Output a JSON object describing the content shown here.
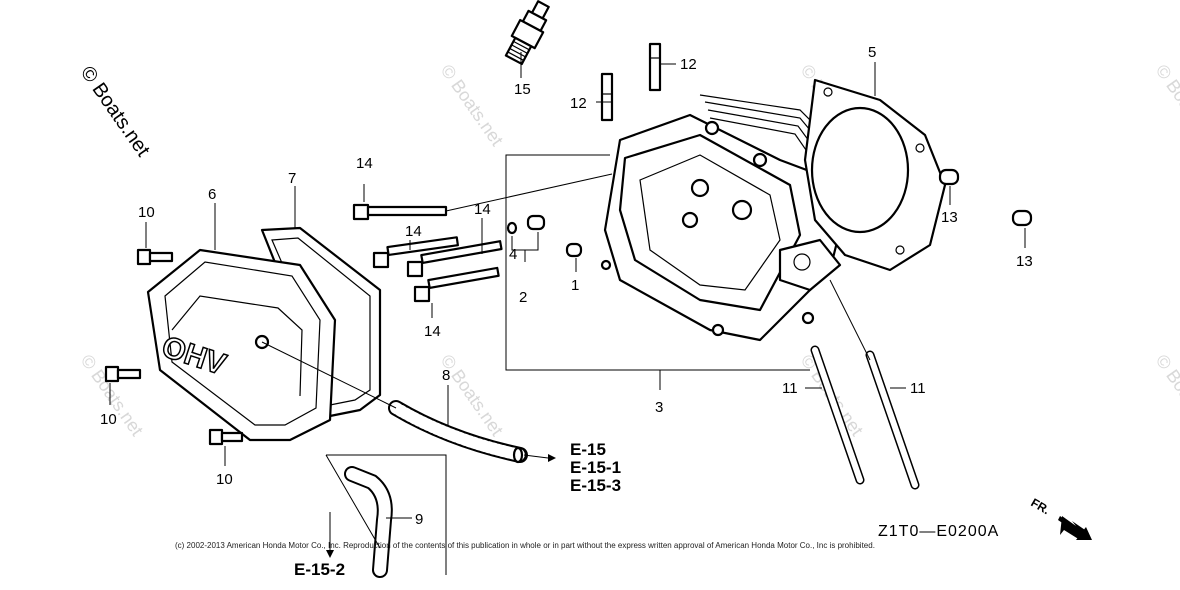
{
  "watermark": {
    "main": "© Boats.net",
    "faint": "© Boats.net"
  },
  "parts": {
    "p1": "1",
    "p2": "2",
    "p3": "3",
    "p4": "4",
    "p5": "5",
    "p6": "6",
    "p7": "7",
    "p8": "8",
    "p9": "9",
    "p10": "10",
    "p11": "11",
    "p12": "12",
    "p13": "13",
    "p14": "14",
    "p15": "15"
  },
  "cover_text": "OHV",
  "references": {
    "r1": "E-15",
    "r2": "E-15-1",
    "r3": "E-15-3",
    "r4": "E-15-2"
  },
  "diagram_code": "Z1T0—E0200A",
  "direction_label": "FR.",
  "copyright": "(c) 2002-2013 American Honda Motor Co., Inc. Reproduction of the contents of this publication in whole or in part without the express written approval of American Honda Motor Co., Inc is prohibited."
}
